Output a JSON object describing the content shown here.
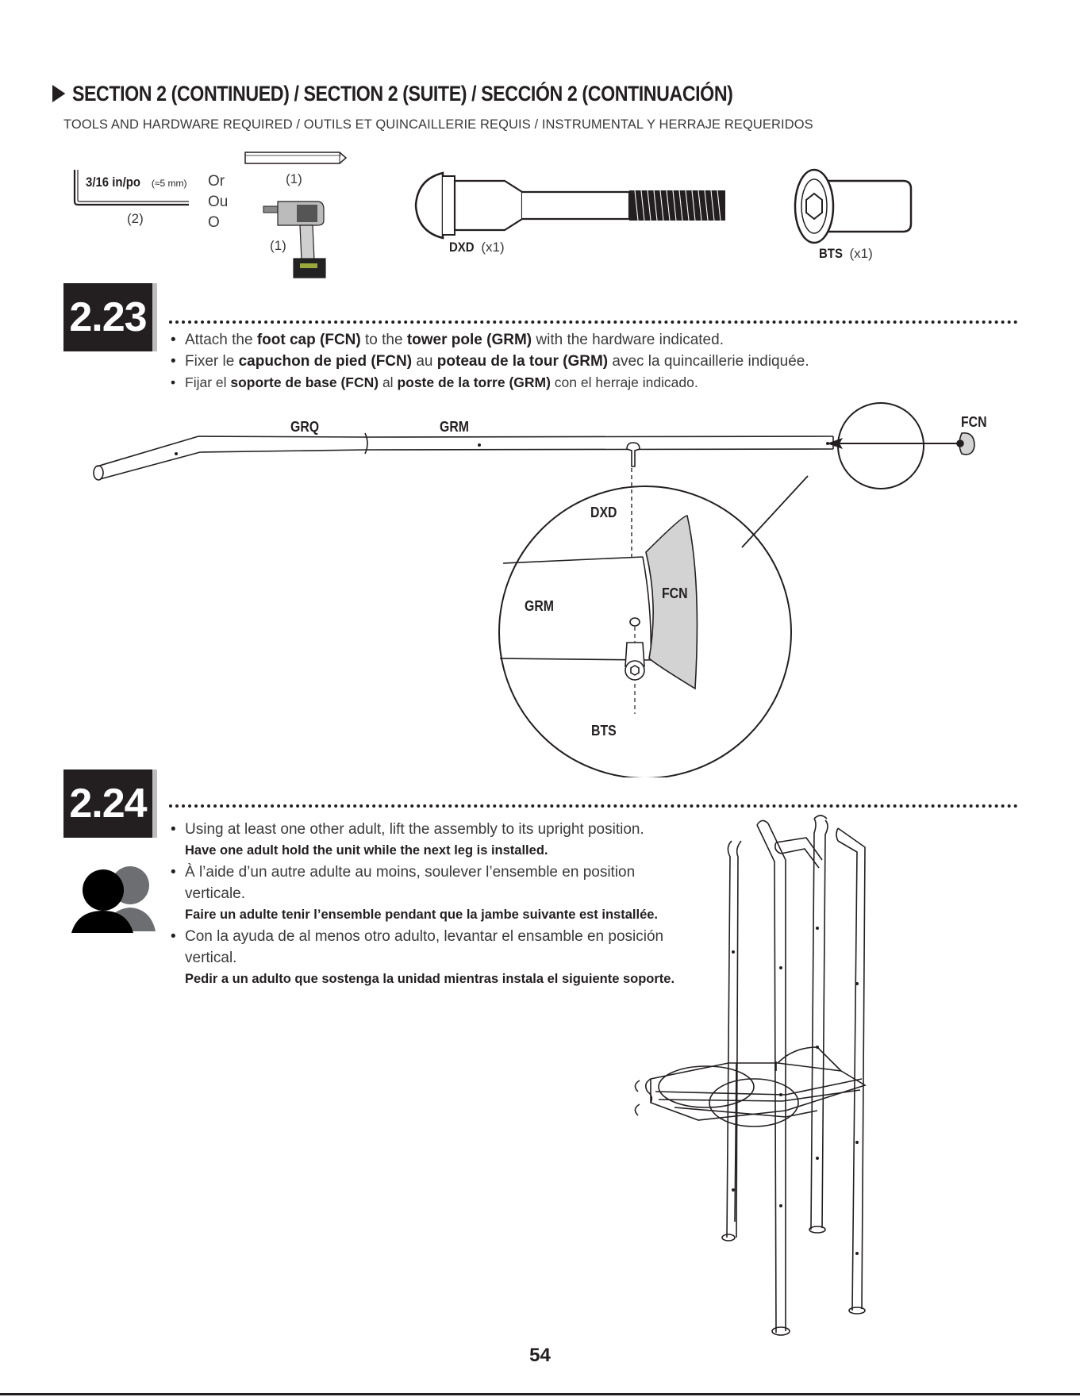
{
  "header": {
    "title": "SECTION 2 (CONTINUED) / SECTION 2 (SUITE) / SECCIÓN 2 (CONTINUACIÓN)",
    "subtitle": "TOOLS AND HARDWARE REQUIRED / OUTILS ET QUINCAILLERIE REQUIS / INSTRUMENTAL Y HERRAJE REQUERIDOS"
  },
  "tools": {
    "hex_key_label": "3/16 in/po",
    "hex_key_metric": "(≈5 mm)",
    "hex_key_qty": "(2)",
    "or": [
      "Or",
      "Ou",
      "O"
    ],
    "bit_qty": "(1)",
    "drill_qty": "(1)"
  },
  "hardware": [
    {
      "code": "DXD",
      "qty": "(x1)"
    },
    {
      "code": "BTS",
      "qty": "(x1)"
    }
  ],
  "steps": [
    {
      "number": "2.23",
      "lines": [
        [
          "Attach the ",
          "foot cap (FCN)",
          " to the ",
          "tower pole (GRM)",
          " with the hardware indicated."
        ],
        [
          "Fixer le ",
          "capuchon de pied (FCN)",
          " au ",
          "poteau de la tour (GRM)",
          " avec la quincaillerie indiquée."
        ],
        [
          "Fijar el ",
          "soporte de base (FCN)",
          " al ",
          "poste de la torre (GRM)",
          " con el herraje indicado."
        ]
      ],
      "diagram_labels": {
        "grq": "GRQ",
        "grm_top": "GRM",
        "fcn_top": "FCN",
        "dxd": "DXD",
        "grm_detail": "GRM",
        "fcn_detail": "FCN",
        "bts": "BTS"
      }
    },
    {
      "number": "2.24",
      "lines": [
        {
          "text": "Using at least one other adult, lift the assembly to its upright position.",
          "note": "Have one adult hold the unit while the next leg is installed."
        },
        {
          "text": "À l’aide d’un autre adulte au moins, soulever l’ensemble en position verticale.",
          "note": "Faire un adulte tenir l’ensemble pendant que la jambe suivante est installée."
        },
        {
          "text": "Con la ayuda de al menos otro adulto, levantar el ensamble en posición vertical.",
          "note": "Pedir a un adulto que sostenga la unidad mientras instala el siguiente soporte."
        }
      ]
    }
  ],
  "page_number": "54"
}
